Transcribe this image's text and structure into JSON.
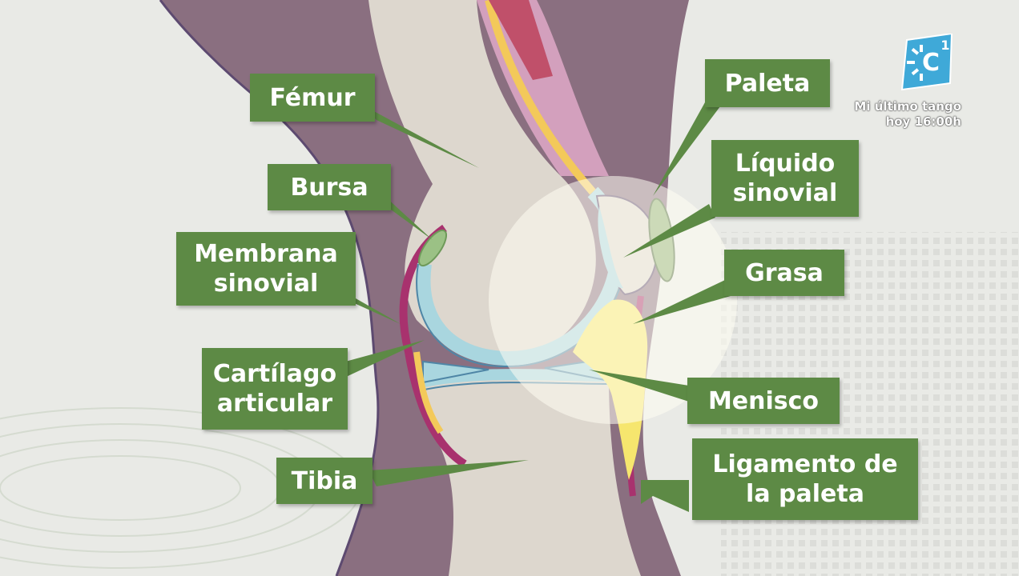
{
  "channel": {
    "name": "C",
    "number": "1"
  },
  "promo": {
    "line1": "Mi último tango",
    "line2": "hoy 16:00h"
  },
  "labels": {
    "femur": "Fémur",
    "bursa": "Bursa",
    "membrana_sinovial": "Membrana\nsinovial",
    "cartilago_articular": "Cartílago\narticular",
    "tibia": "Tibia",
    "paleta": "Paleta",
    "liquido_sinovial": "Líquido\nsinovial",
    "grasa": "Grasa",
    "menisco": "Menisco",
    "ligamento_de_la_paleta": "Ligamento de\nla paleta"
  },
  "colors": {
    "label_bg": "#5d8a45",
    "label_text": "#ffffff",
    "skin": "#8a6f80",
    "bone": "#ddd7ce",
    "membrane": "#a8326e",
    "cartilage": "#a9d6df",
    "fat": "#f6e66e",
    "background": "#e9eae6"
  }
}
